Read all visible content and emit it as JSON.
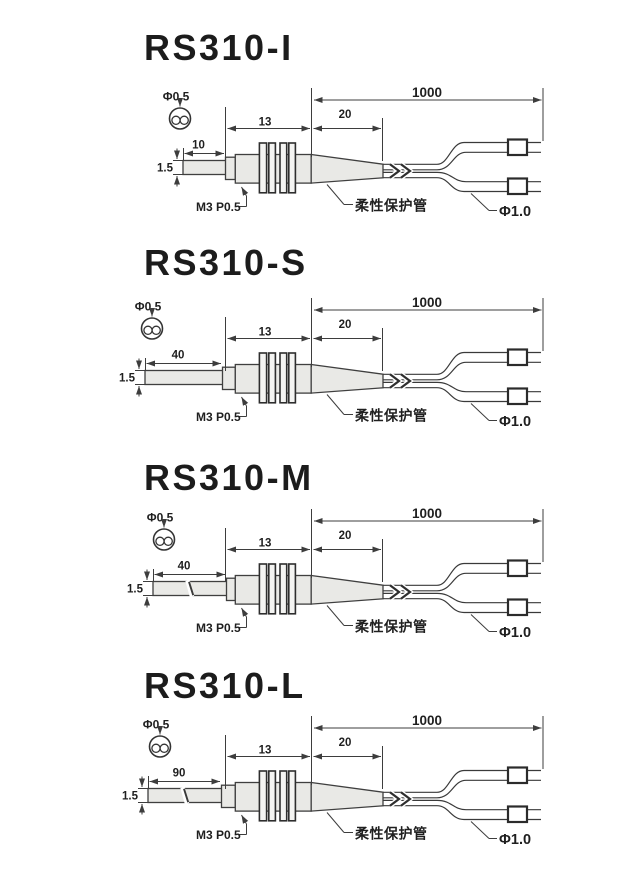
{
  "diagrams": [
    {
      "title": "RS310-I",
      "fiber_diameter": "Φ0.5",
      "tip_length": "10",
      "tip_diameter": "1.5",
      "thread_label": "M3 P0.5",
      "body_length": "13",
      "tube_length": "20",
      "cable_length": "1000",
      "tube_label": "柔性保护管",
      "cable_diameter": "Φ1.0",
      "tip_break_mark": false
    },
    {
      "title": "RS310-S",
      "fiber_diameter": "Φ0.5",
      "tip_length": "40",
      "tip_diameter": "1.5",
      "thread_label": "M3 P0.5",
      "body_length": "13",
      "tube_length": "20",
      "cable_length": "1000",
      "tube_label": "柔性保护管",
      "cable_diameter": "Φ1.0",
      "tip_break_mark": false
    },
    {
      "title": "RS310-M",
      "fiber_diameter": "Φ0.5",
      "tip_length": "40",
      "tip_diameter": "1.5",
      "thread_label": "M3 P0.5",
      "body_length": "13",
      "tube_length": "20",
      "cable_length": "1000",
      "tube_label": "柔性保护管",
      "cable_diameter": "Φ1.0",
      "tip_break_mark": true
    },
    {
      "title": "RS310-L",
      "fiber_diameter": "Φ0.5",
      "tip_length": "90",
      "tip_diameter": "1.5",
      "thread_label": "M3 P0.5",
      "body_length": "13",
      "tube_length": "20",
      "cable_length": "1000",
      "tube_label": "柔性保护管",
      "cable_diameter": "Φ1.0",
      "tip_break_mark": true
    }
  ]
}
